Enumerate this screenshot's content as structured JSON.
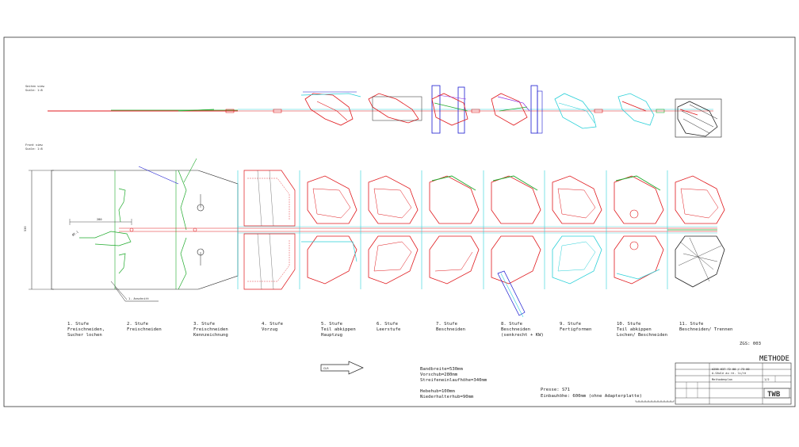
{
  "sheet": {
    "view_top": [
      "Seiten view",
      "Scale: 1:8"
    ],
    "view_front": [
      "Front view",
      "Scale: 1:8"
    ],
    "dim_height": "530",
    "dim_pitch": "280",
    "dim_diameter": "Ø5.1",
    "annotation_right": "1. Anschnitt",
    "strip_direction": "CLR",
    "zgs": "ZGS: 003",
    "method_title": "METHODE"
  },
  "stations": [
    {
      "lines": [
        "1. Stufe",
        "Freischneiden,",
        "Sucher lochen"
      ]
    },
    {
      "lines": [
        "2. Stufe",
        "Freischneiden"
      ]
    },
    {
      "lines": [
        "3. Stufe",
        "Freischneiden",
        "Kennzeichnung"
      ]
    },
    {
      "lines": [
        "4. Stufe",
        "Vorzug"
      ]
    },
    {
      "lines": [
        "5. Stufe",
        "Teil abkippen",
        "Hauptzug"
      ]
    },
    {
      "lines": [
        "6. Stufe",
        "Leerstufe"
      ]
    },
    {
      "lines": [
        "7. Stufe",
        "Beschneiden"
      ]
    },
    {
      "lines": [
        "8. Stufe",
        "Beschneiden",
        "(senkrecht + KW)"
      ]
    },
    {
      "lines": [
        "9. Stufe",
        "Fertigformen"
      ]
    },
    {
      "lines": [
        "10. Stufe",
        "Teil abkippen",
        "Lochen/ Beschneiden"
      ]
    },
    {
      "lines": [
        "11. Stufe",
        "Beschneiden/ Trennen"
      ]
    }
  ],
  "specs": {
    "strip": [
      "Bandbreite=530mm",
      "Vorschub=280mm",
      "Streifeneinlaufhöhe=340mm"
    ],
    "stroke": [
      "Hebehub=100mm",
      "Niederhalterhub=90mm"
    ],
    "press": "Presse: S71",
    "die_height": "Einbauhöhe: 600mm (ohne Adapterplatte)"
  },
  "titleblock": {
    "part_number": "A256 637 72 00 / 73 00",
    "part_name": "A-Säule au re. li/re",
    "drawing_name": "Methodenplan",
    "logo": "TWB",
    "sheet_no": "1/2"
  },
  "colors": {
    "red": "#e0181c",
    "green": "#1faa2c",
    "cyan": "#2ad0d8",
    "blue": "#1a1ad0",
    "dark": "#222222"
  }
}
